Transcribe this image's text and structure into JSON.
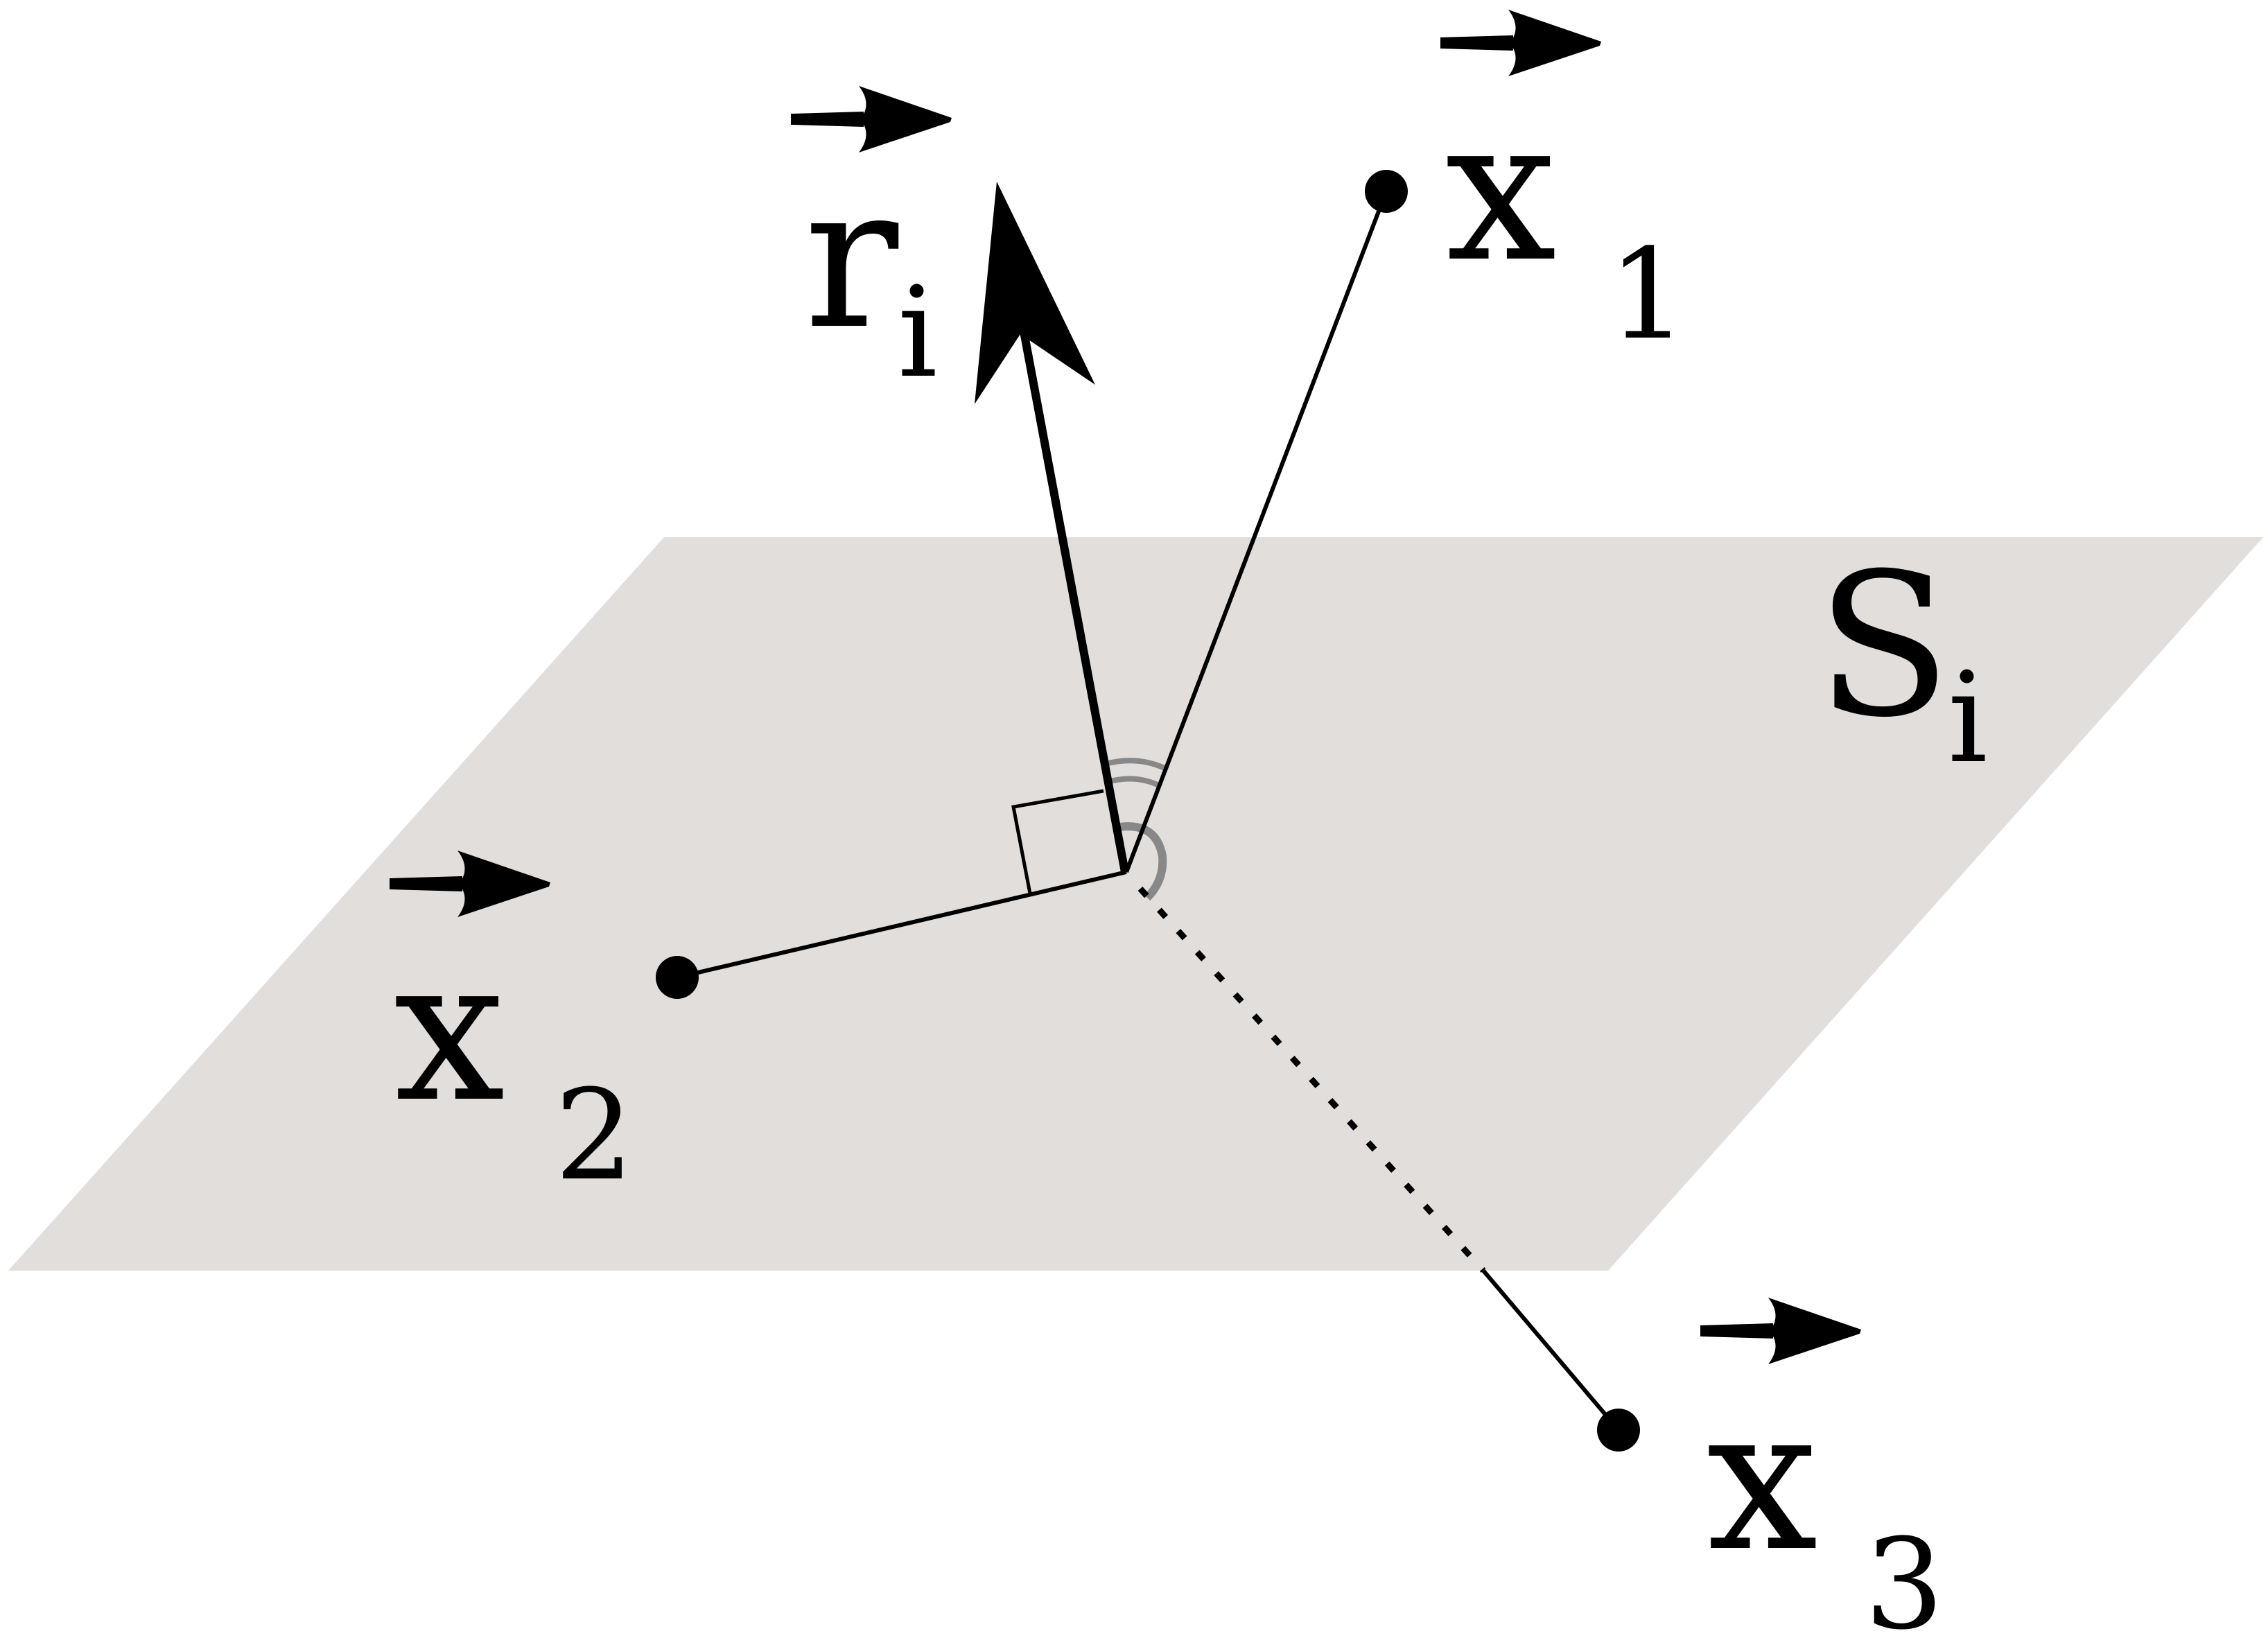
{
  "colors": {
    "plane": "#e2dedc",
    "ink": "#000000",
    "angle_mark": "#888888"
  },
  "labels": {
    "r": {
      "main": "r",
      "sub": "i"
    },
    "x1": {
      "main": "x",
      "sub": "1"
    },
    "x2": {
      "main": "x",
      "sub": "2"
    },
    "x3": {
      "main": "x",
      "sub": "3"
    },
    "plane": {
      "main": "S",
      "sub": "i"
    }
  }
}
